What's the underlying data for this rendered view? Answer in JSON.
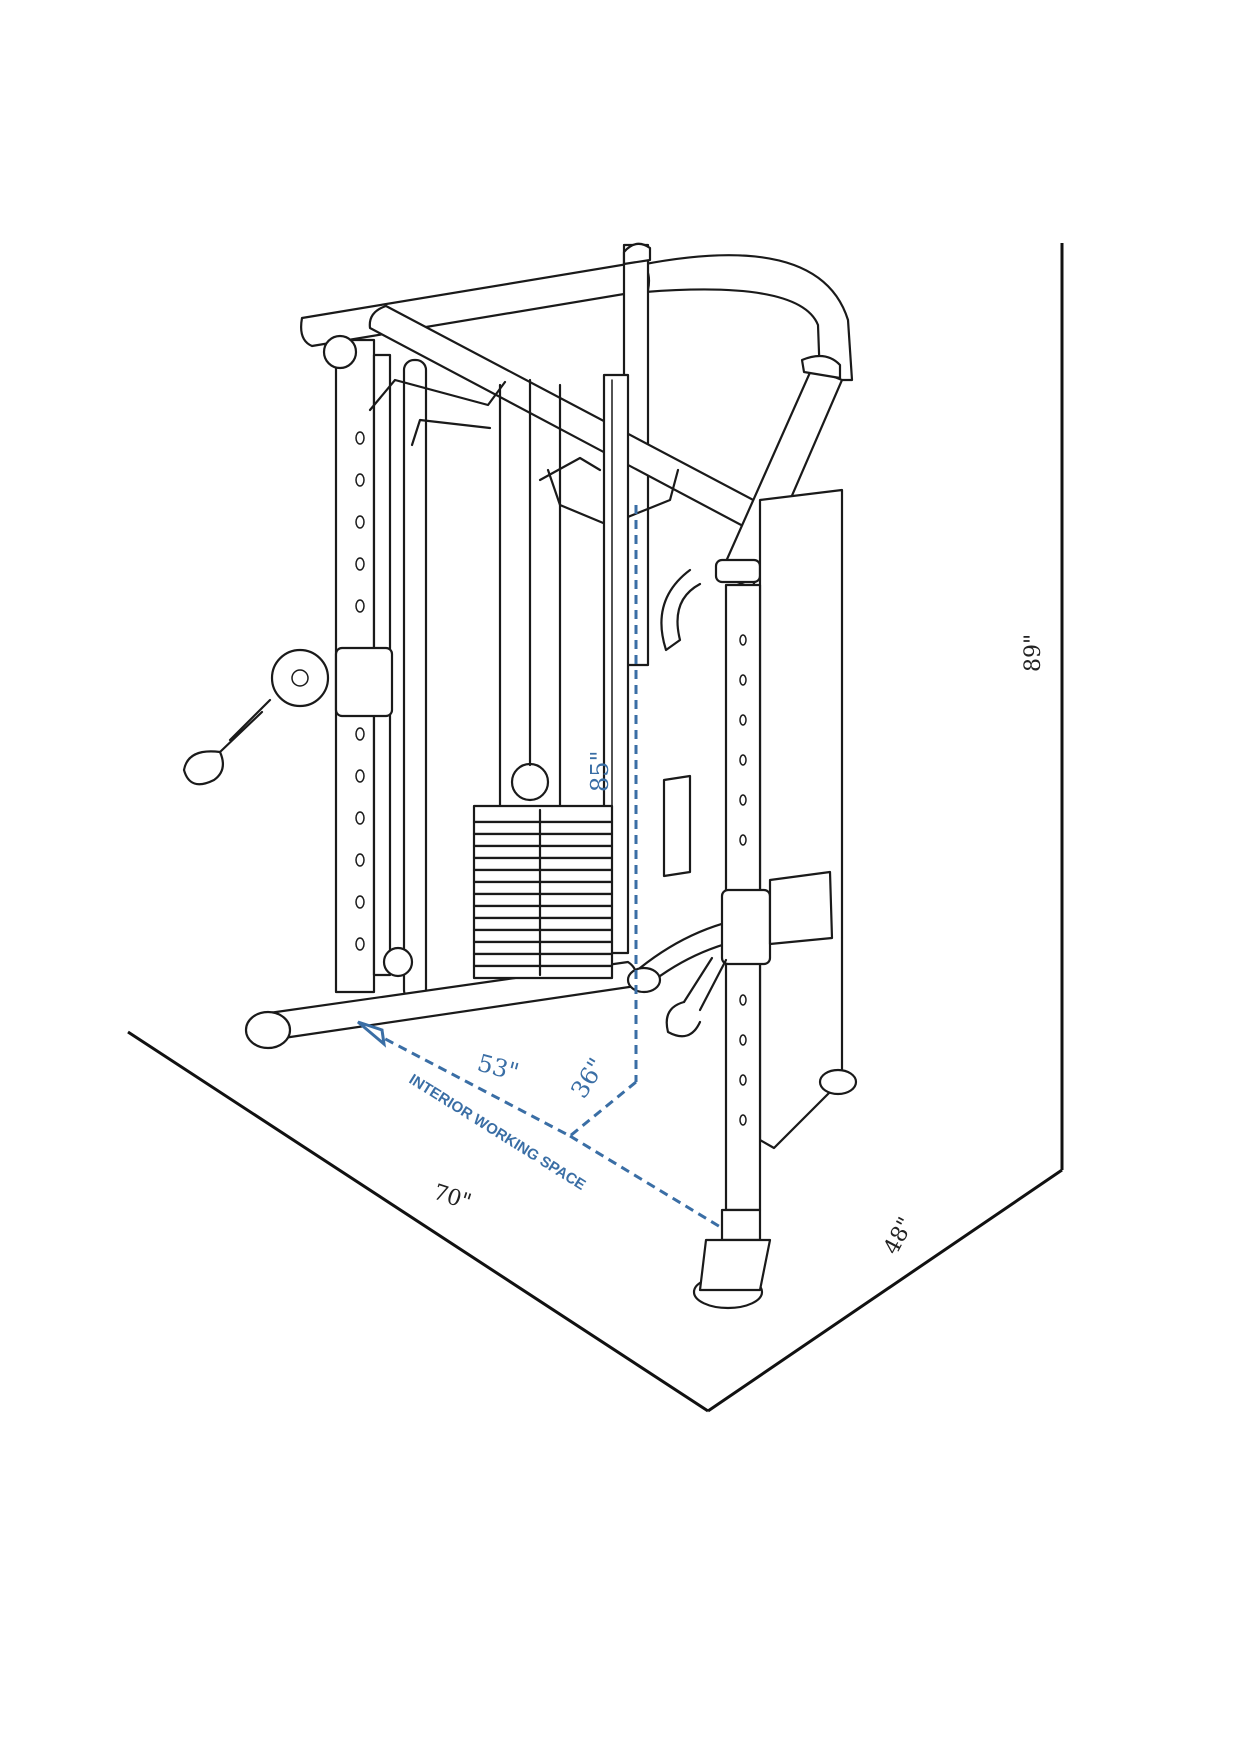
{
  "diagram": {
    "dimensions": {
      "height_outer": "89\"",
      "depth_outer": "48\"",
      "width_outer": "70\"",
      "height_interior": "85\"",
      "width_interior": "53\"",
      "depth_interior": "36\""
    },
    "caption": "INTERIOR WORKING SPACE",
    "colors": {
      "outline": "#1a1a1a",
      "dimension_blue": "#3a6ea5"
    }
  }
}
